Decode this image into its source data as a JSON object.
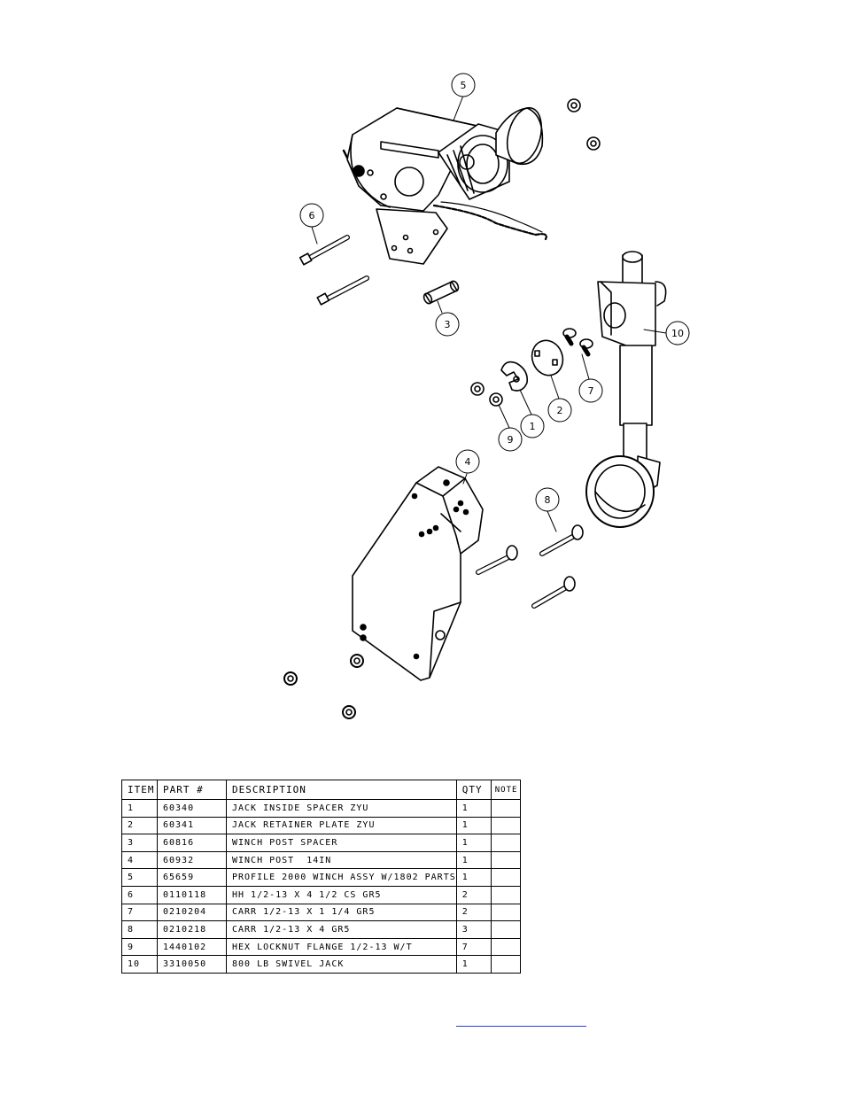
{
  "balloons": [
    "5",
    "6",
    "3",
    "10",
    "7",
    "2",
    "1",
    "9",
    "4",
    "8"
  ],
  "bom": {
    "headers": [
      "ITEM",
      "PART #",
      "DESCRIPTION",
      "QTY",
      "NOTE"
    ],
    "rows": [
      [
        "1",
        "60340",
        "JACK INSIDE SPACER ZYU",
        "1",
        ""
      ],
      [
        "2",
        "60341",
        "JACK RETAINER PLATE ZYU",
        "1",
        ""
      ],
      [
        "3",
        "60816",
        "WINCH POST SPACER",
        "1",
        ""
      ],
      [
        "4",
        "60932",
        "WINCH POST  14IN",
        "1",
        ""
      ],
      [
        "5",
        "65659",
        "PROFILE 2000 WINCH ASSY W/1802 PARTS",
        "1",
        ""
      ],
      [
        "6",
        "0110118",
        "HH 1/2-13 X 4 1/2 CS GR5",
        "2",
        ""
      ],
      [
        "7",
        "0210204",
        "CARR 1/2-13 X 1 1/4 GR5",
        "2",
        ""
      ],
      [
        "8",
        "0210218",
        "CARR 1/2-13 X 4 GR5",
        "3",
        ""
      ],
      [
        "9",
        "1440102",
        "HEX LOCKNUT FLANGE 1/2-13 W/T",
        "7",
        ""
      ],
      [
        "10",
        "3310050",
        "800 LB SWIVEL JACK",
        "1",
        ""
      ]
    ]
  }
}
